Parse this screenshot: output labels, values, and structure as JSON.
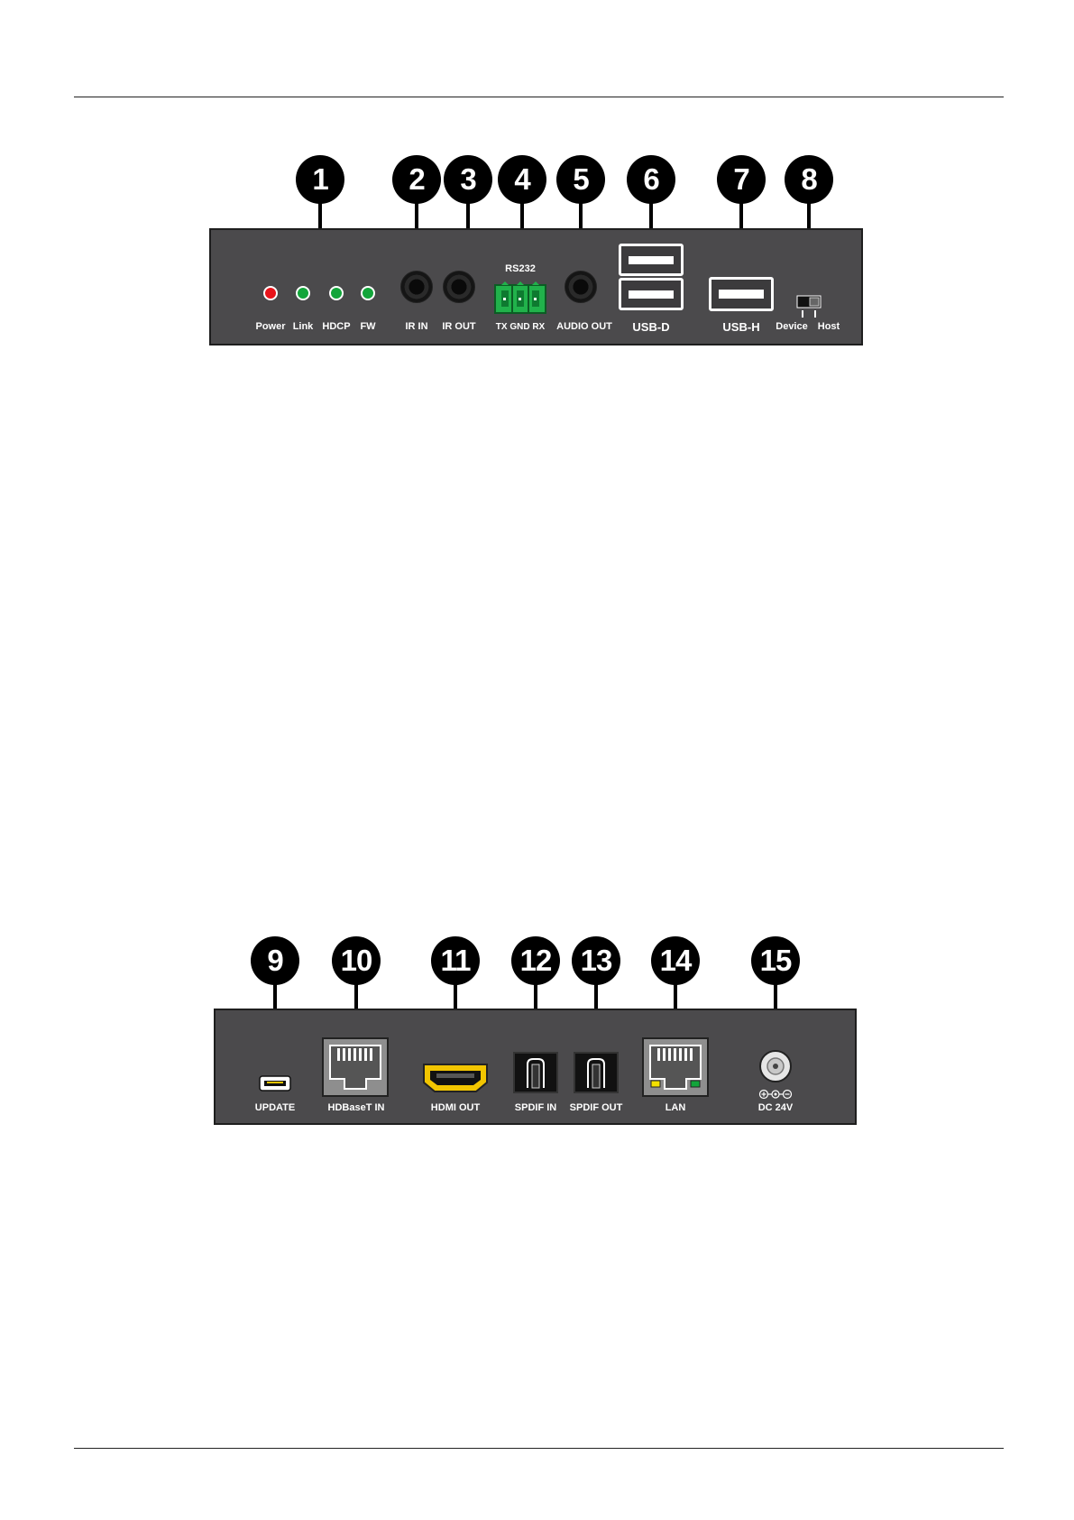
{
  "front_panel": {
    "callouts": [
      "1",
      "2",
      "3",
      "4",
      "5",
      "6",
      "7",
      "8"
    ],
    "rs232_label": "RS232",
    "labels": {
      "power": "Power",
      "link": "Link",
      "hdcp": "HDCP",
      "fw": "FW",
      "ir_in": "IR IN",
      "ir_out": "IR OUT",
      "rs232_pins": "TX GND RX",
      "audio_out": "AUDIO OUT",
      "usb_d": "USB-D",
      "usb_h": "USB-H",
      "device": "Device",
      "host": "Host"
    }
  },
  "rear_panel": {
    "callouts": [
      "9",
      "10",
      "11",
      "12",
      "13",
      "14",
      "15"
    ],
    "labels": {
      "update": "UPDATE",
      "hdbaset_in": "HDBaseT IN",
      "hdmi_out": "HDMI OUT",
      "spdif_in": "SPDIF IN",
      "spdif_out": "SPDIF OUT",
      "lan": "LAN",
      "dc": "DC 24V"
    }
  },
  "colors": {
    "panel": "#4b4a4c",
    "led_power": "#e8131a",
    "led_status": "#12a53a",
    "terminal_block": "#21b24b",
    "hdmi_gold": "#f2c500"
  },
  "icons": [
    "led-icon",
    "ir-jack-icon",
    "terminal-block-icon",
    "audio-jack-icon",
    "usb-a-port-icon",
    "switch-icon",
    "micro-usb-icon",
    "rj45-port-icon",
    "hdmi-port-icon",
    "optical-port-icon",
    "dc-jack-icon",
    "polarity-icon"
  ]
}
